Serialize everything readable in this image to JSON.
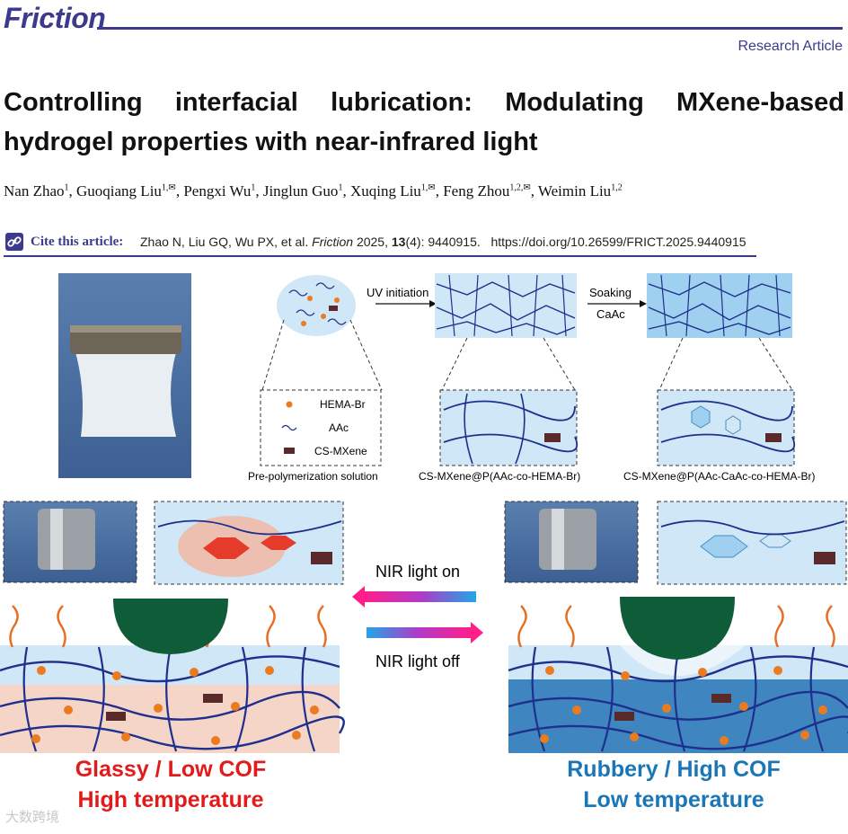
{
  "header": {
    "journal": "Friction",
    "article_type": "Research Article"
  },
  "paper": {
    "title": "Controlling interfacial lubrication: Modulating MXene-based hydrogel properties with near-infrared light",
    "authors": [
      {
        "name": "Nan Zhao",
        "aff": "1",
        "sep": ", "
      },
      {
        "name": "Guoqiang Liu",
        "aff": "1,✉",
        "sep": ", "
      },
      {
        "name": "Pengxi Wu",
        "aff": "1",
        "sep": ", "
      },
      {
        "name": "Jinglun Guo",
        "aff": "1",
        "sep": ", "
      },
      {
        "name": "Xuqing Liu",
        "aff": "1,✉",
        "sep": ", "
      },
      {
        "name": "Feng Zhou",
        "aff": "1,2,✉",
        "sep": ", "
      },
      {
        "name": "Weimin Liu",
        "aff": "1,2",
        "sep": ""
      }
    ],
    "cite_label": "Cite this article:",
    "cite_authors": "Zhao N, Liu GQ, Wu PX, et al. ",
    "cite_journal": "Friction",
    "cite_year": " 2025, ",
    "cite_volume": "13",
    "cite_issue_pages": "(4): 9440915.",
    "cite_doi": "https://doi.org/10.26599/FRICT.2025.9440915"
  },
  "figure": {
    "legend_hema": "HEMA-Br",
    "legend_aac": "AAc",
    "legend_mxene": "CS-MXene",
    "uv_label": "UV initiation",
    "soak_label_1": "Soaking",
    "soak_label_2": "CaAc",
    "caption_pre": "Pre-polymerization solution",
    "caption_mid": "CS-MXene@P(AAc-co-HEMA-Br)",
    "caption_right": "CS-MXene@P(AAc-CaAc-co-HEMA-Br)",
    "nir_on": "NIR light on",
    "nir_off": "NIR light off",
    "left_state_1": "Glassy / Low COF",
    "left_state_2": "High temperature",
    "right_state_1": "Rubbery / High COF",
    "right_state_2": "Low temperature",
    "colors": {
      "orange_dot": "#ec7a1e",
      "network": "#1f2f8c",
      "light_blue": "#cfe7f6",
      "mid_blue": "#9fd0ef",
      "red": "#e11b1b",
      "blue_text": "#1b76b8",
      "green_slider": "#0f5c39",
      "pink_substrate": "#f4d5c8",
      "deep_blue_substrate": "#3f86c1"
    }
  },
  "watermark": "大数跨境"
}
